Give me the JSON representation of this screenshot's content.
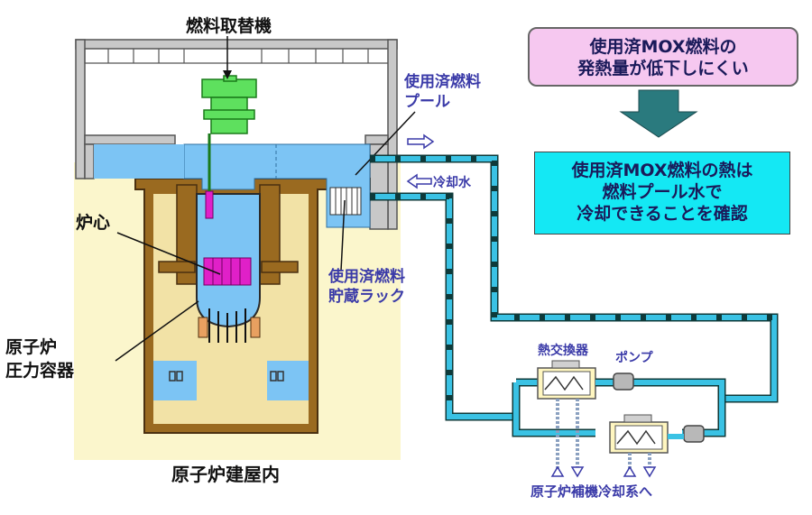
{
  "labels": {
    "refuel_machine": "燃料取替機",
    "spent_pool_line1": "使用済燃料",
    "spent_pool_line2": "プール",
    "core": "炉心",
    "rpv_line1": "原子炉",
    "rpv_line2": "圧力容器",
    "rack_line1": "使用済燃料",
    "rack_line2": "貯蔵ラック",
    "building": "原子炉建屋内",
    "cooling_water": "冷却水",
    "heat_exchanger": "熱交換器",
    "pump": "ポンプ",
    "aux_cooling": "原子炉補機冷却系へ"
  },
  "callouts": {
    "premise_line1": "使用済MOX燃料の",
    "premise_line2": "発熱量が低下しにくい",
    "conclusion_line1": "使用済MOX燃料の熱は",
    "conclusion_line2": "燃料プール水で",
    "conclusion_line3": "冷却できることを確認"
  },
  "icons": {
    "flow_arrow": "down-arrow-icon",
    "direction_arrows": "left-right-arrow-icon"
  },
  "colors": {
    "pool_water": "#7cc4f4",
    "pipe": "#3ac2e4",
    "pipe_dark": "#1e6e6e",
    "building_wall": "#9a6a20",
    "concrete_frame": "#c8c8c8",
    "ground_shade": "#fbf6cc",
    "core": "#e020c8",
    "crane": "#5ee05e",
    "premise_box": "#f6c8f0",
    "conclusion_box": "#14e8f4",
    "label_blue": "#3a3aa8"
  }
}
